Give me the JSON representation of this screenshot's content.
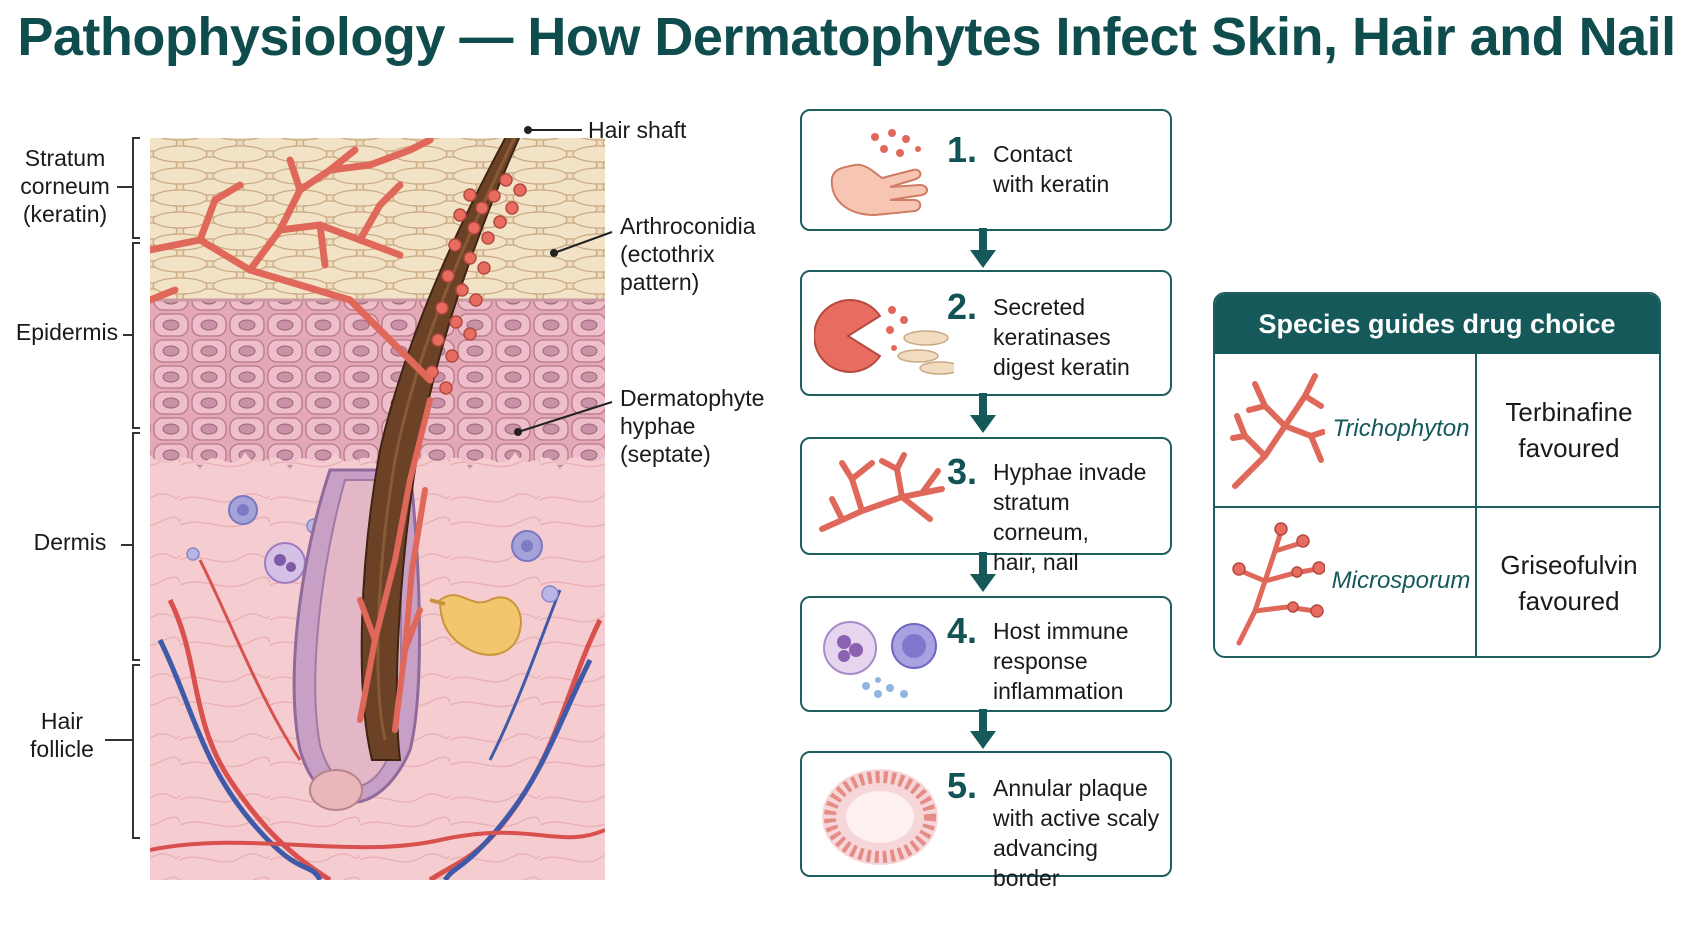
{
  "title": "Pathophysiology — How Dermatophytes Infect Skin, Hair and Nail",
  "layers": {
    "stratum_corneum": [
      "Stratum",
      "corneum",
      "(keratin)"
    ],
    "epidermis": "Epidermis",
    "dermis": "Dermis",
    "hair_follicle": [
      "Hair",
      "follicle"
    ]
  },
  "callouts": {
    "hair_shaft": "Hair shaft",
    "arthroconidia": [
      "Arthroconidia",
      "(ectothrix",
      "pattern)"
    ],
    "hyphae": [
      "Dermatophyte",
      "hyphae",
      "(septate)"
    ]
  },
  "steps": [
    {
      "num": "1.",
      "lines": [
        "Contact",
        "with keratin"
      ],
      "icon": "hand-spores-icon"
    },
    {
      "num": "2.",
      "lines": [
        "Secreted",
        "keratinases",
        "digest keratin"
      ],
      "icon": "enzyme-pacman-icon"
    },
    {
      "num": "3.",
      "lines": [
        "Hyphae invade",
        "stratum corneum,",
        "hair, nail"
      ],
      "icon": "branching-hyphae-icon"
    },
    {
      "num": "4.",
      "lines": [
        "Host immune",
        "response",
        "inflammation"
      ],
      "icon": "immune-cells-icon"
    },
    {
      "num": "5.",
      "lines": [
        "Annular plaque",
        "with active scaly",
        "advancing border"
      ],
      "icon": "annular-plaque-icon"
    }
  ],
  "species_table": {
    "header": "Species guides drug choice",
    "rows": [
      {
        "species": "Trichophyton",
        "drug": [
          "Terbinafine",
          "favoured"
        ],
        "icon": "trichophyton-hyphae-icon"
      },
      {
        "species": "Microsporum",
        "drug": [
          "Griseofulvin",
          "favoured"
        ],
        "icon": "microsporum-hyphae-icon"
      }
    ]
  },
  "colors": {
    "title": "#0f4c4e",
    "accent": "#15595a",
    "hyphae": "#e0685a",
    "skin_corneum": "#ecd6b4",
    "skin_epidermis": "#e7b1bf",
    "skin_dermis": "#f4c9cb"
  }
}
